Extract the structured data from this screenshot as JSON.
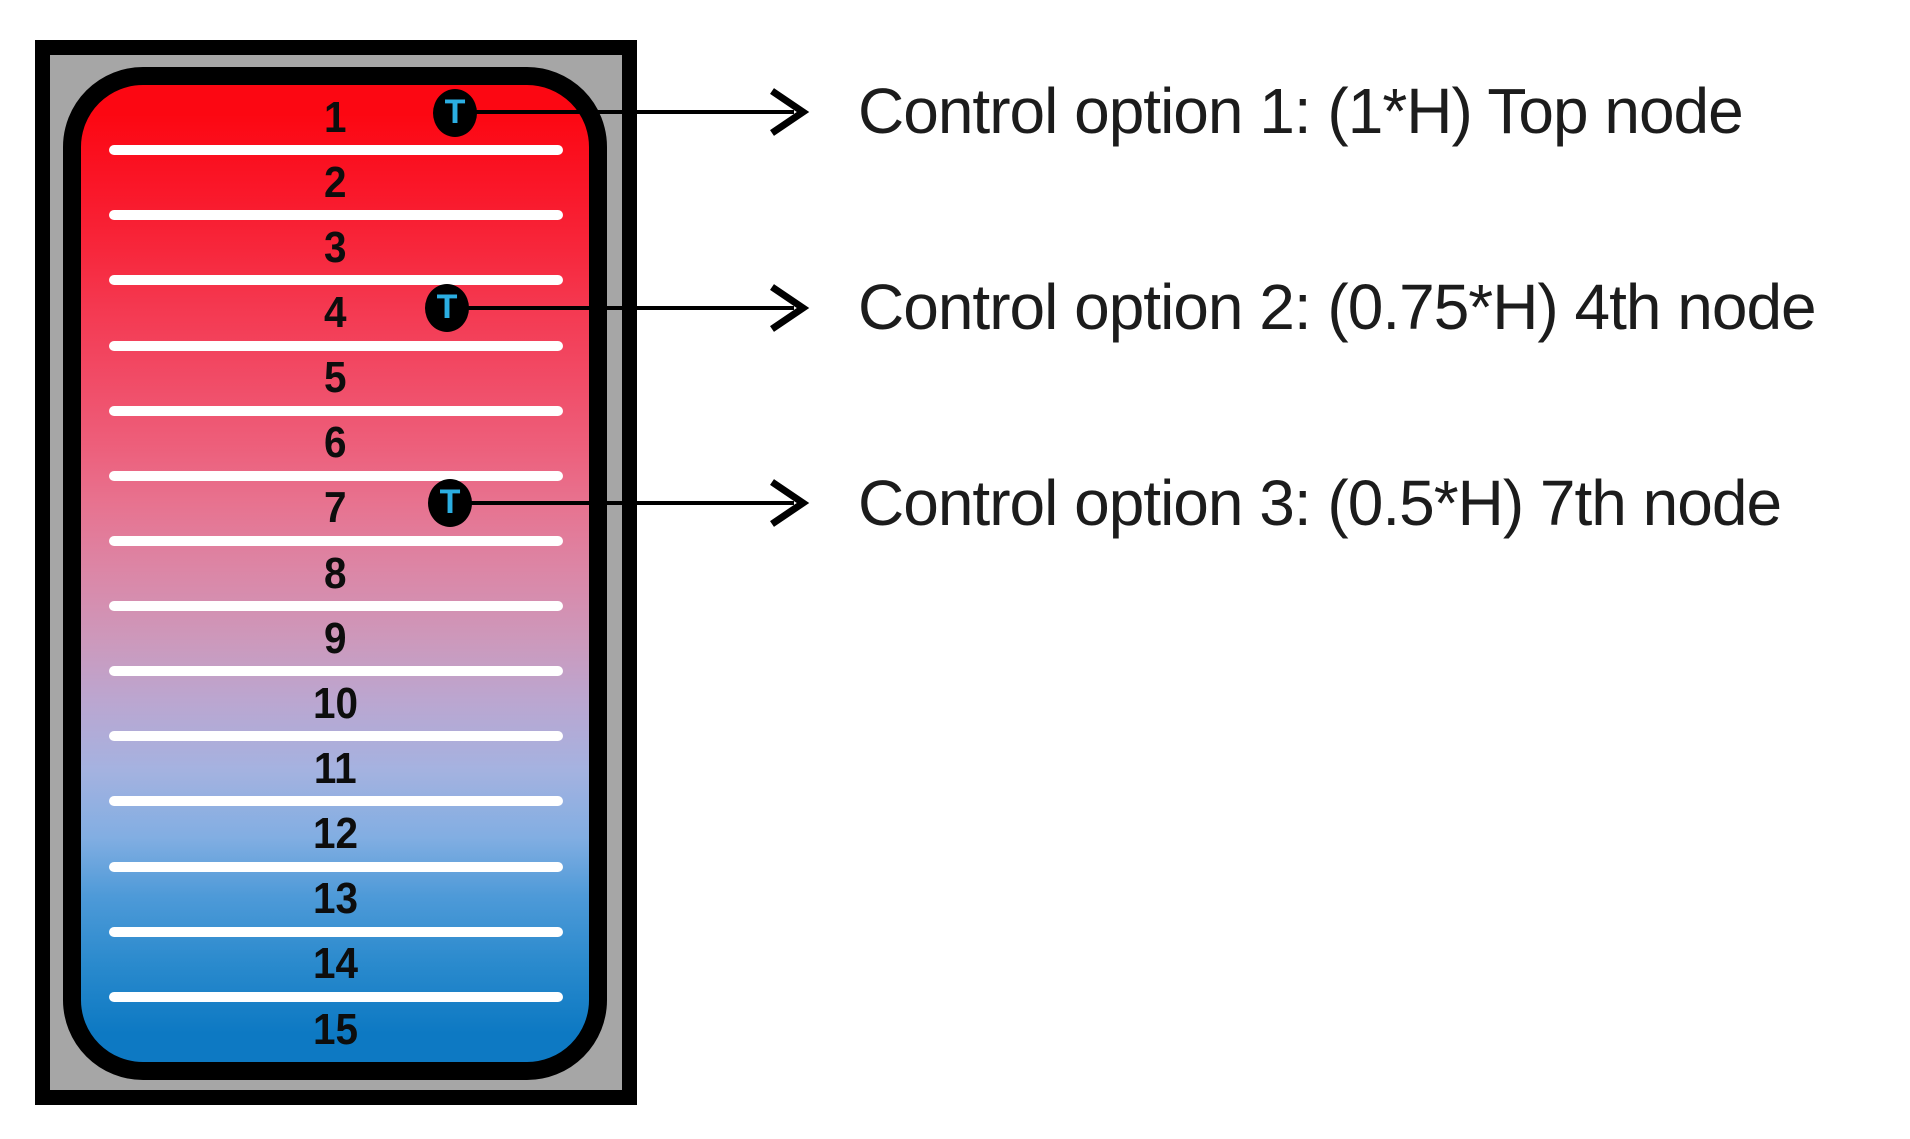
{
  "figure": {
    "description": "Stratified thermal storage tank with 15 nodes and three temperature-sensor control options",
    "node_labels": [
      "1",
      "2",
      "3",
      "4",
      "5",
      "6",
      "7",
      "8",
      "9",
      "10",
      "11",
      "12",
      "13",
      "14",
      "15"
    ],
    "sensors": [
      {
        "glyph": "T",
        "node": "1"
      },
      {
        "glyph": "T",
        "node": "4"
      },
      {
        "glyph": "T",
        "node": "7"
      }
    ],
    "annotations": [
      "Control option 1: (1*H) Top node",
      "Control option 2: (0.75*H) 4th node",
      "Control option 3: (0.5*H) 7th node"
    ],
    "colors": {
      "hot_top": "#fc0712",
      "cold_bottom": "#0d79c3",
      "tank_wall_gray": "#a6a6a6",
      "outline_black": "#000000",
      "sensor_glyph_cyan": "#2baee2",
      "separator_white": "#ffffff",
      "text_black": "#1c1c1c"
    },
    "gradient_stops": [
      "#fc0712 3%",
      "#fa1527 10%",
      "#f7273c 17%",
      "#f43951 23%",
      "#f14b66 30%",
      "#ed5f7b 37%",
      "#e77390 43%",
      "#db87a7 50%",
      "#cc99bc 57%",
      "#bba6d0 63%",
      "#a5b2e0 70%",
      "#82aee2 77%",
      "#4e9ad8 83%",
      "#2a8acd 90%",
      "#0d79c3 97%"
    ]
  }
}
